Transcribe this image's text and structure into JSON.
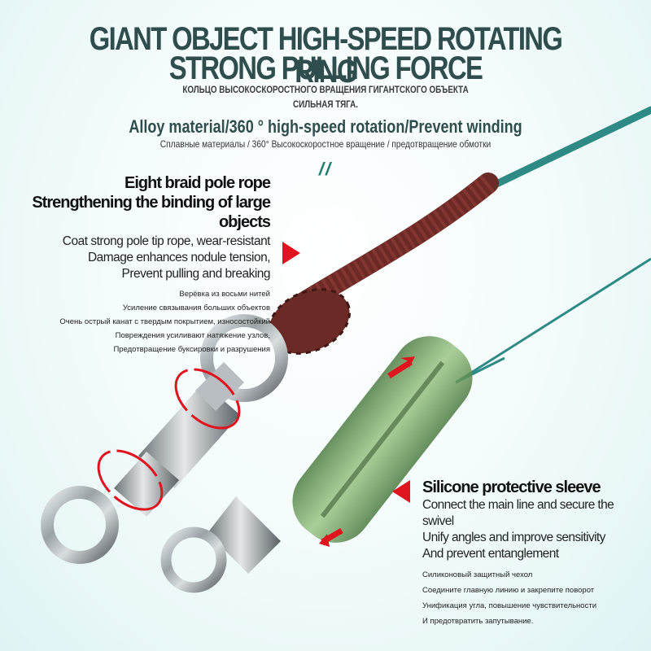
{
  "header": {
    "title_line1": "GIANT OBJECT HIGH-SPEED ROTATING RING",
    "title_line2": "STRONG PULLING FORCE",
    "ru_line1": "КОЛЬЦО ВЫСОКОСКОРОСТНОГО ВРАЩЕНИЯ ГИГАНТСКОГО ОБЪЕКТА",
    "ru_line2": "СИЛЬНАЯ ТЯГА.",
    "features": "Alloy material/360 ° high-speed rotation/Prevent winding",
    "features_ru": "Сплавные материалы / 360° Высокоскоростное вращение / предотвращение обмотки",
    "divider_mark": "//"
  },
  "left_callout": {
    "title_line1": "Eight braid pole rope",
    "title_line2": "Strengthening the binding of large objects",
    "text_line1": "Coat strong pole tip rope, wear-resistant",
    "text_line2": "Damage enhances nodule tension,",
    "text_line3": "Prevent pulling and breaking",
    "ru_line1": "Верёвка из восьми нитей",
    "ru_line2": "Усиление связывания больших объектов",
    "ru_line3": "Очень острый канат с твердым покрытием, износостойкий",
    "ru_line4": "Повреждения усиливают натяжение узлов,",
    "ru_line5": "Предотвращение буксировки и разрушения"
  },
  "right_callout": {
    "title": "Silicone protective sleeve",
    "text_line1": "Connect the main line and secure the swivel",
    "text_line2": "Unify angles and improve sensitivity",
    "text_line3": "And prevent entanglement",
    "ru_line1": "Силиконовый защитный чехол",
    "ru_line2": "Соедините главную линию и закрепите поворот",
    "ru_line3": "Унификация угла, повышение чувствительности",
    "ru_line4": "И предотвратить запутывание."
  },
  "colors": {
    "title": "#2f4d4d",
    "accent_red": "#e0141e",
    "rope": "#6b2a26",
    "line": "#2f8a86",
    "sleeve": "#6f9e5a",
    "metal": "#8c9296"
  },
  "icons": [
    "red-triangle-pointer-icon",
    "red-rotation-arrow-icon",
    "red-direction-arrow-icon"
  ]
}
